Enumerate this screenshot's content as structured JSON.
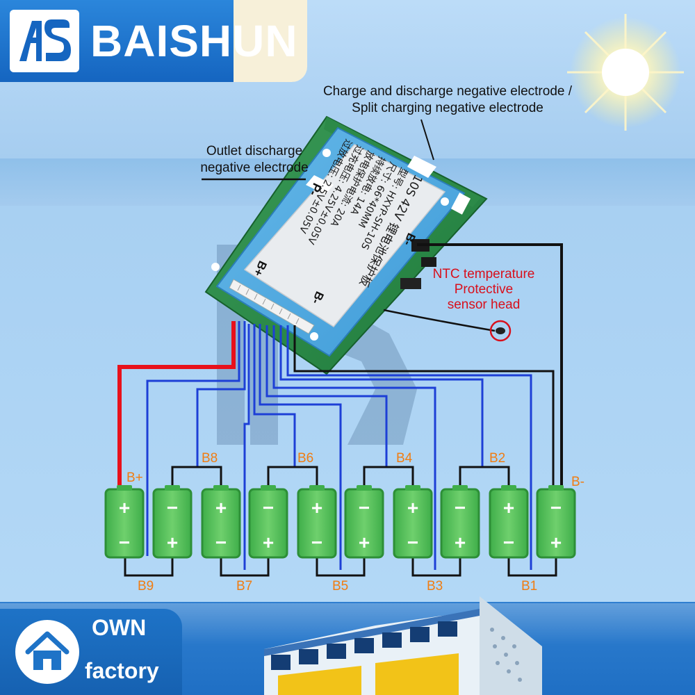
{
  "brand": {
    "name_left": "BAISHUN",
    "colors": {
      "primary": "#1565c0",
      "accent": "#f7f0d9"
    }
  },
  "callouts": {
    "top_line1": "Charge and discharge negative electrode /",
    "top_line2": "Split charging negative electrode",
    "left_line1": "Outlet discharge",
    "left_line2": "negative electrode",
    "ntc_line1": "NTC temperature",
    "ntc_line2": "Protective",
    "ntc_line3": "sensor head"
  },
  "board": {
    "pad_labels": {
      "p_minus": "P-",
      "b_plus": "B+",
      "b_minus_edge": "B-",
      "b_minus_side": "B-"
    },
    "sticker_lines": [
      "10S 42V 锂电池保护板",
      "型号: HXYP-SH-10S",
      "尺寸: 66*40MM",
      "持续放电: 14A",
      "放电保护电流: 20A",
      "过充电压: 4.25V±0.05V",
      "过放电压: 2.5V±0.05V"
    ]
  },
  "wiring": {
    "pins": [
      "B+",
      "B9",
      "B8",
      "B7",
      "B6",
      "B5",
      "B4",
      "B3",
      "B2",
      "B1",
      "B-"
    ],
    "colors": {
      "positive": "#e8111b",
      "balance": "#1d3fd6",
      "negative": "#111111",
      "cell": "#3cb44b",
      "label": "#f07d12"
    }
  },
  "cells": {
    "count": 10,
    "plus": "+",
    "minus": "−"
  },
  "footer": {
    "own": "OWN",
    "factory": "factory"
  }
}
